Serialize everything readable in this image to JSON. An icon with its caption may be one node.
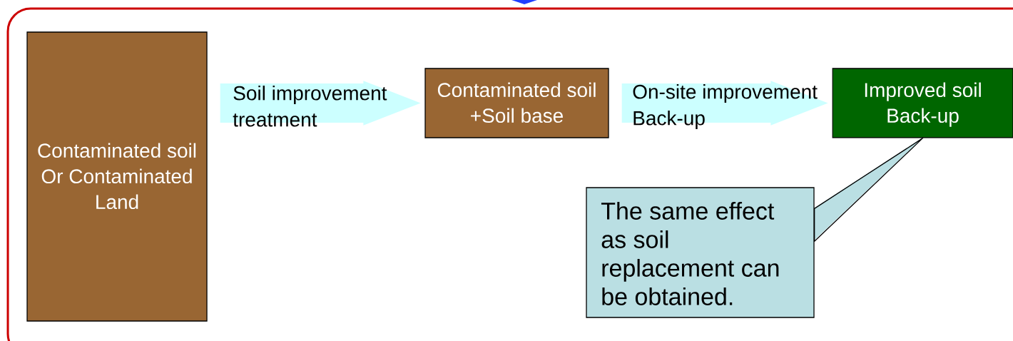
{
  "diagram": {
    "nodes": [
      {
        "text": [
          "Contaminated soil Or Contaminated Land"
        ]
      },
      {
        "text": [
          "Contaminated soil +Soil base"
        ]
      },
      {
        "text": [
          "Improved soil Back-up"
        ]
      },
      {
        "text": [
          "The same effect as soil replacement can be obtained."
        ]
      }
    ],
    "edges": [
      {
        "from": 0,
        "to": 1,
        "arrow": "to",
        "label": "Soil improvement treatment"
      },
      {
        "from": 1,
        "to": 2,
        "arrow": "to",
        "label": "On-site improvement Back-up"
      },
      {
        "from": 3,
        "to": 2,
        "arrow": "none",
        "color": "#000000"
      }
    ]
  }
}
